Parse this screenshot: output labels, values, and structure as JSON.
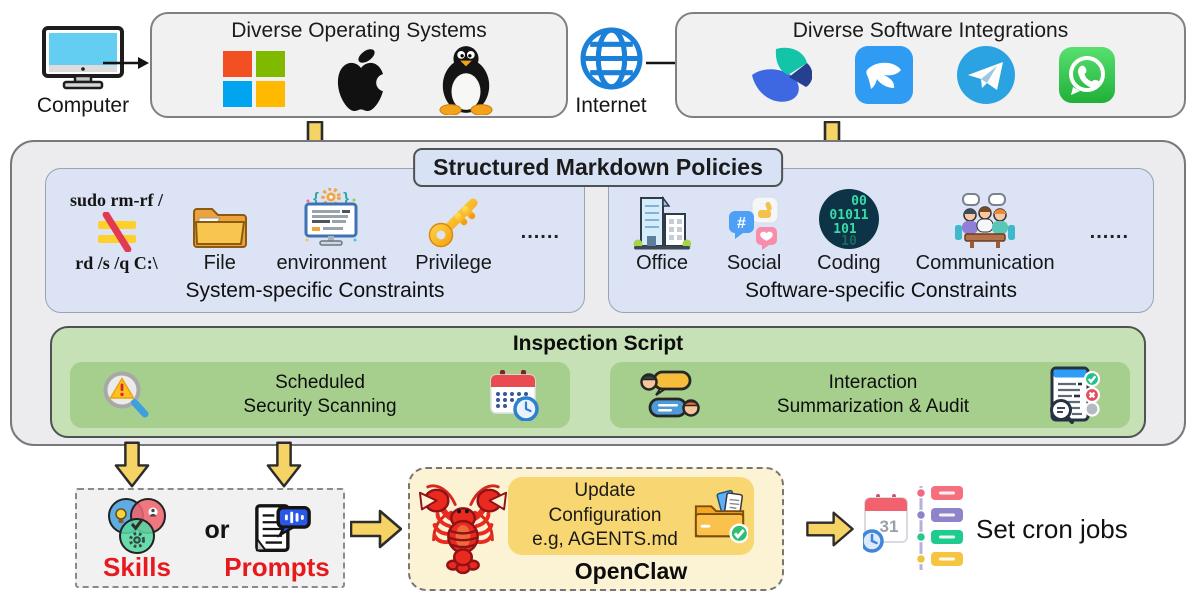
{
  "top_row": {
    "computer_label": "Computer",
    "os_box_title": "Diverse Operating Systems",
    "os_icons": [
      "windows-logo",
      "apple-logo",
      "linux-tux-logo"
    ],
    "internet_label": "Internet",
    "integrations_box_title": "Diverse Software Integrations",
    "integration_icons": [
      "lark-logo",
      "dingtalk-logo",
      "telegram-logo",
      "whatsapp-logo"
    ]
  },
  "policies": {
    "title": "Structured Markdown Policies",
    "system": {
      "forbidden_cmd_top": "sudo rm-rf /",
      "forbidden_cmd_bottom": "rd /s /q C:\\",
      "items": [
        "File",
        "environment",
        "Privilege"
      ],
      "ellipsis": "......",
      "caption": "System-specific Constraints"
    },
    "software": {
      "items": [
        "Office",
        "Social",
        "Coding",
        "Communication"
      ],
      "ellipsis": "......",
      "caption": "Software-specific Constraints"
    }
  },
  "inspection": {
    "title": "Inspection Script",
    "scheduled": {
      "line1": "Scheduled",
      "line2": "Security Scanning"
    },
    "interaction": {
      "line1": "Interaction",
      "line2": "Summarization & Audit"
    }
  },
  "bottom_row": {
    "skills_label": "Skills",
    "or_label": "or",
    "prompts_label": "Prompts",
    "openclaw": {
      "config_line1": "Update Configuration",
      "config_line2": "e.g, AGENTS.md",
      "label": "OpenClaw"
    },
    "cron_label": "Set cron jobs"
  },
  "icon_glyphs": {
    "env_brace_left": "{",
    "env_brace_right": "}",
    "social_hash": "#",
    "coding_binary_row1": "00",
    "coding_binary_row2": "01011",
    "coding_binary_row3": "101",
    "coding_binary_row4": "10",
    "cron_day": "31"
  },
  "colors": {
    "accent_red": "#e8191d",
    "arrow_yellow": "#f5d365",
    "panel_gray": "#ececee",
    "constraint_blue": "#dbe3f4",
    "inspection_green": "#c7e1b6",
    "inspection_inner_green": "#a6cf8d",
    "openclaw_cream": "#fcf2d4",
    "config_yellow": "#f8d671"
  }
}
